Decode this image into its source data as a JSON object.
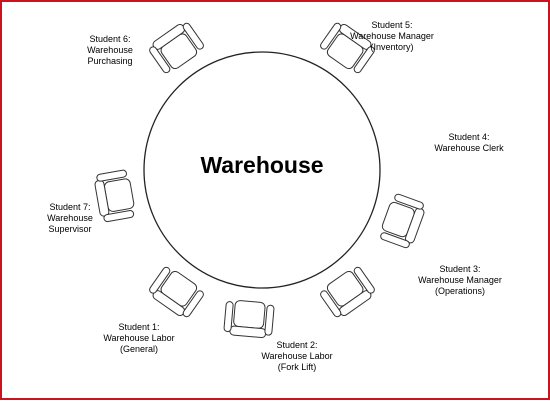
{
  "table_label": "Warehouse",
  "frame_color": "#c8141e",
  "seats": [
    {
      "student": "Student 1:",
      "role": [
        "Warehouse Labor",
        "(General)"
      ]
    },
    {
      "student": "Student 2:",
      "role": [
        "Warehouse Labor",
        "(Fork Lift)"
      ]
    },
    {
      "student": "Student 3:",
      "role": [
        "Warehouse Manager",
        "(Operations)"
      ]
    },
    {
      "student": "Student 4:",
      "role": [
        "Warehouse Clerk"
      ]
    },
    {
      "student": "Student 5:",
      "role": [
        "Warehouse Manager",
        "(Inventory)"
      ]
    },
    {
      "student": "Student 6:",
      "role": [
        "Warehouse",
        "Purchasing"
      ]
    },
    {
      "student": "Student 7:",
      "role": [
        "Warehouse",
        "Supervisor"
      ]
    }
  ]
}
